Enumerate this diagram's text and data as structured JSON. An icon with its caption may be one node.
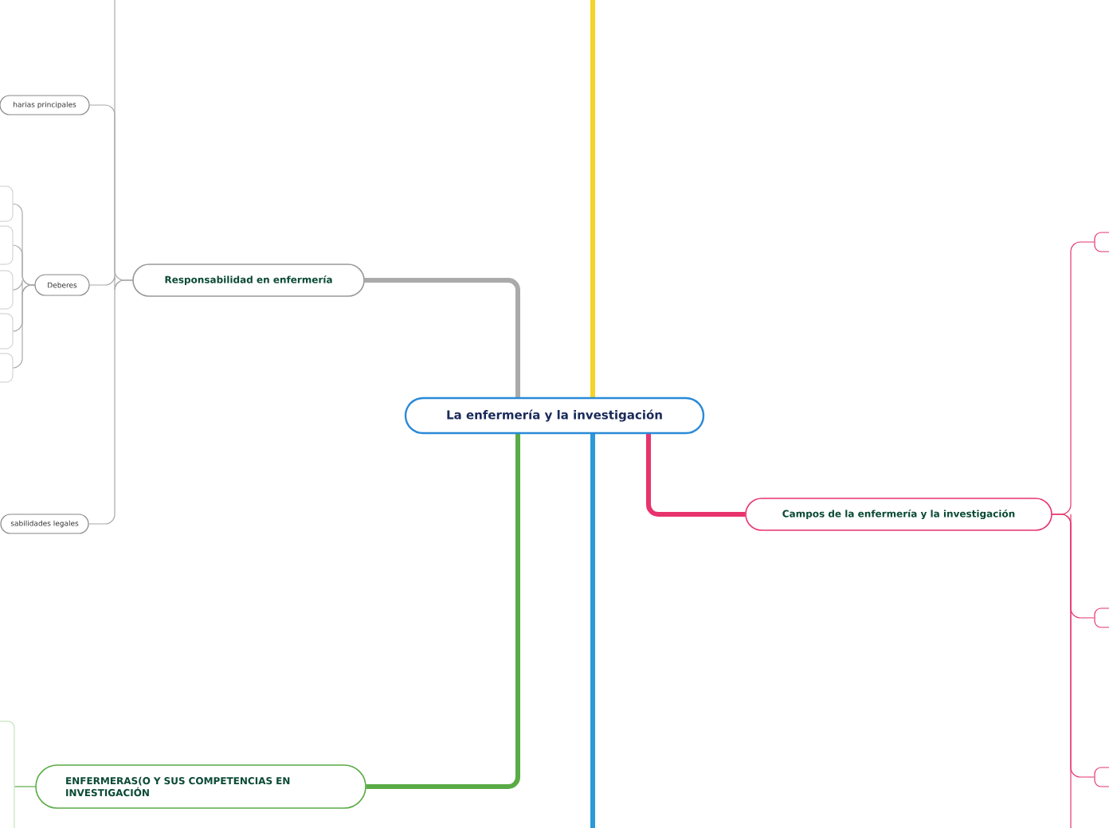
{
  "diagram": {
    "nodes": [
      {
        "text": [
          "La enfermería y la investigación"
        ]
      },
      {
        "text": [
          "Responsabilidad en enfermería"
        ]
      },
      {
        "text": [
          "harias principales"
        ]
      },
      {
        "text": [
          "Deberes"
        ]
      },
      {
        "text": [],
        "shape": "box"
      },
      {
        "text": [],
        "shape": "box"
      },
      {
        "text": [],
        "shape": "box"
      },
      {
        "text": [],
        "shape": "box"
      },
      {
        "text": [],
        "shape": "box"
      },
      {
        "text": [
          "sabilidades legales"
        ]
      },
      {
        "text": [
          "ENFERMERAS(O Y SUS COMPETENCIAS EN INVESTIGACIÓN"
        ]
      },
      {
        "text": [],
        "shape": "box"
      },
      {
        "text": [
          "Campos de la enfermería y la investigación"
        ]
      },
      {
        "text": [],
        "shape": "box"
      },
      {
        "text": [],
        "shape": "box"
      },
      {
        "text": [],
        "shape": "box"
      }
    ],
    "edges": [
      {
        "from": 0,
        "to": 1,
        "arrow": "none",
        "style": "thick"
      },
      {
        "from": 0,
        "to": null,
        "arrow": "none",
        "style": "thick",
        "color": "#f5d327"
      },
      {
        "from": 0,
        "to": 10,
        "arrow": "none",
        "style": "thick",
        "color": "#5aab46"
      },
      {
        "from": 0,
        "to": 12,
        "arrow": "none",
        "style": "thick",
        "color": "#e8336d"
      },
      {
        "from": 0,
        "to": null,
        "arrow": "none",
        "style": "thick",
        "color": "#2a9ad8"
      },
      {
        "from": 1,
        "to": null,
        "arrow": "none"
      },
      {
        "from": 1,
        "to": 2,
        "arrow": "none"
      },
      {
        "from": 1,
        "to": 3,
        "arrow": "none"
      },
      {
        "from": 1,
        "to": 9,
        "arrow": "none"
      },
      {
        "from": 3,
        "to": 4,
        "arrow": "none"
      },
      {
        "from": 3,
        "to": 5,
        "arrow": "none"
      },
      {
        "from": 3,
        "to": 6,
        "arrow": "none"
      },
      {
        "from": 3,
        "to": 7,
        "arrow": "none"
      },
      {
        "from": 3,
        "to": 8,
        "arrow": "none"
      },
      {
        "from": 10,
        "to": 11,
        "arrow": "none",
        "color": "#5aab46"
      },
      {
        "from": 12,
        "to": 13,
        "arrow": "none",
        "color": "#e8336d"
      },
      {
        "from": 12,
        "to": 14,
        "arrow": "none",
        "color": "#e8336d"
      },
      {
        "from": 12,
        "to": 15,
        "arrow": "none",
        "color": "#e8336d"
      },
      {
        "from": 12,
        "to": null,
        "arrow": "none",
        "color": "#e8336d"
      }
    ]
  }
}
